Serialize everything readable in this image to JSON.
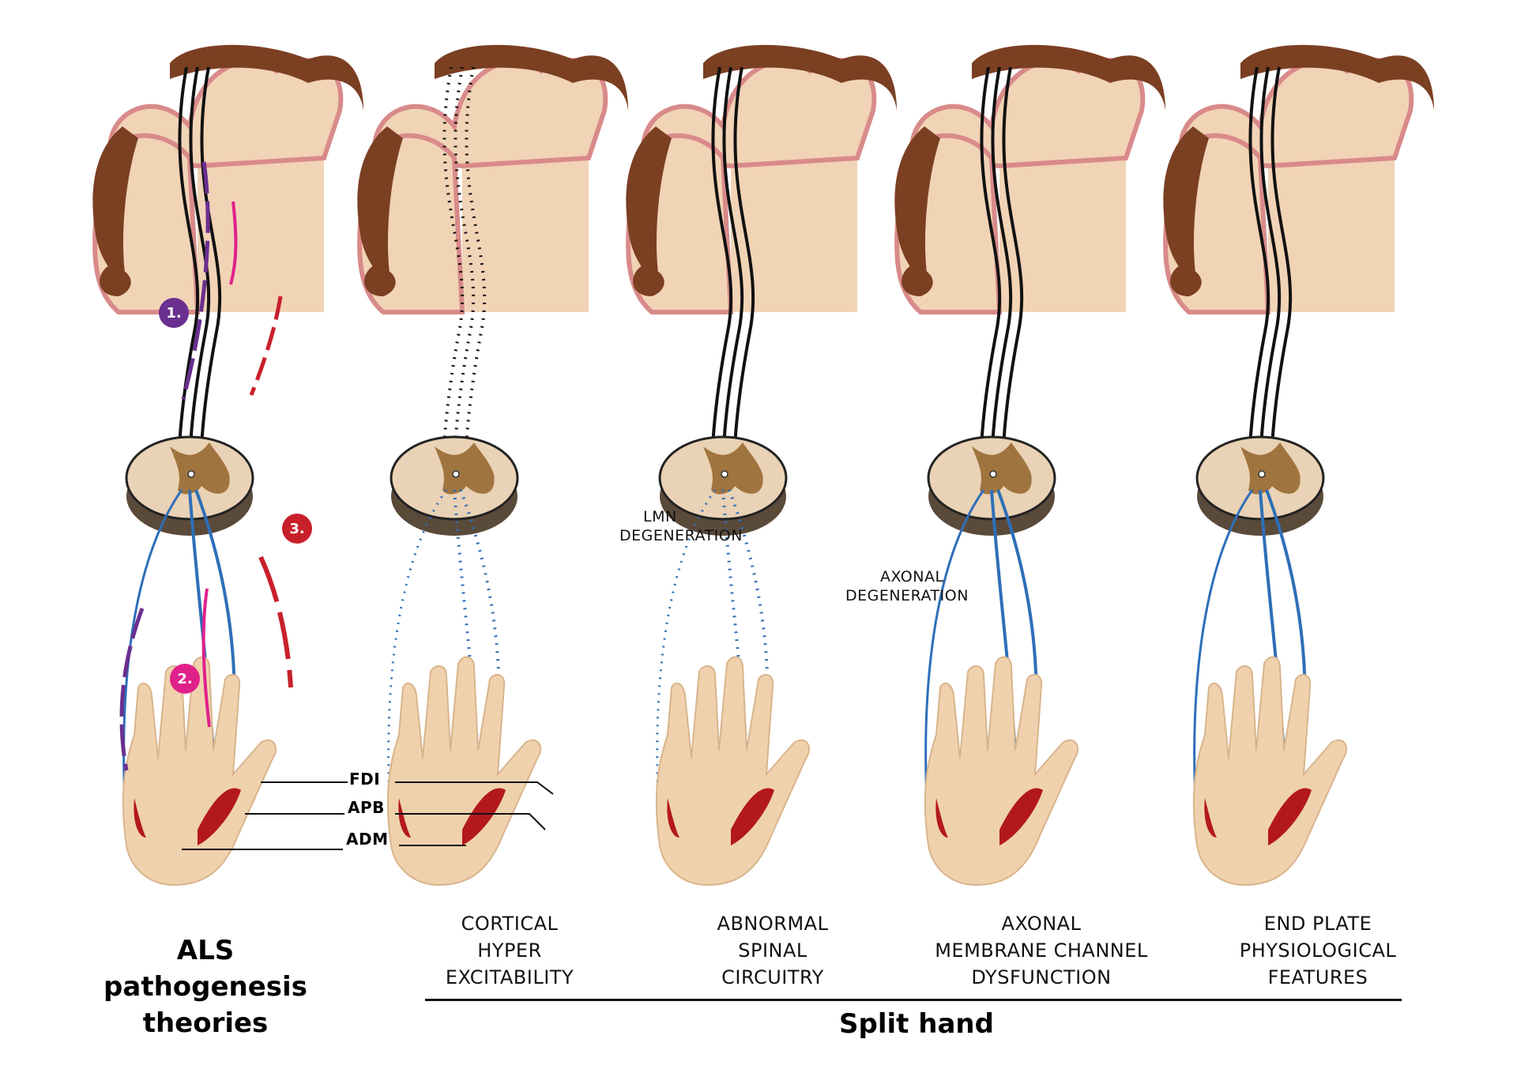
{
  "main_title_lines": [
    "ALS",
    "pathogenesis",
    "theories"
  ],
  "group_label": "Split hand",
  "panels": [
    {
      "caption_lines": []
    },
    {
      "caption_lines": [
        "CORTICAL",
        "HYPER",
        "EXCITABILITY"
      ]
    },
    {
      "caption_lines": [
        "ABNORMAL",
        "SPINAL",
        "CIRCUITRY"
      ]
    },
    {
      "caption_lines": [
        "AXONAL",
        "MEMBRANE CHANNEL",
        "DYSFUNCTION"
      ]
    },
    {
      "caption_lines": [
        "END PLATE",
        "PHYSIOLOGICAL",
        "FEATURES"
      ]
    }
  ],
  "muscle_labels": [
    "FDI",
    "APB",
    "ADM"
  ],
  "annotations": {
    "lmn": [
      "LMN",
      "DEGENERATION"
    ],
    "axonal": [
      "AXONAL",
      "DEGENERATION"
    ]
  },
  "theory_markers": [
    {
      "label": "1.",
      "color": "#6a2f8f"
    },
    {
      "label": "2.",
      "color": "#e0218a"
    },
    {
      "label": "3.",
      "color": "#c8202b"
    }
  ],
  "colors": {
    "brain": "#f1d3b6",
    "brain_outline": "#d98a8a",
    "face_skin": "#7b3f22",
    "spinal_outer": "#e9d2b5",
    "grey_matter": "#a0743f",
    "hand_skin": "#efd2ad",
    "bone": "#e6c8a1",
    "muscle": "#b3191c",
    "lmn_axon": "#2e6fb8",
    "umn_axon": "#111111",
    "arrow_purple": "#6a2f8f",
    "arrow_pink": "#e0218a",
    "arrow_red": "#c8202b"
  }
}
